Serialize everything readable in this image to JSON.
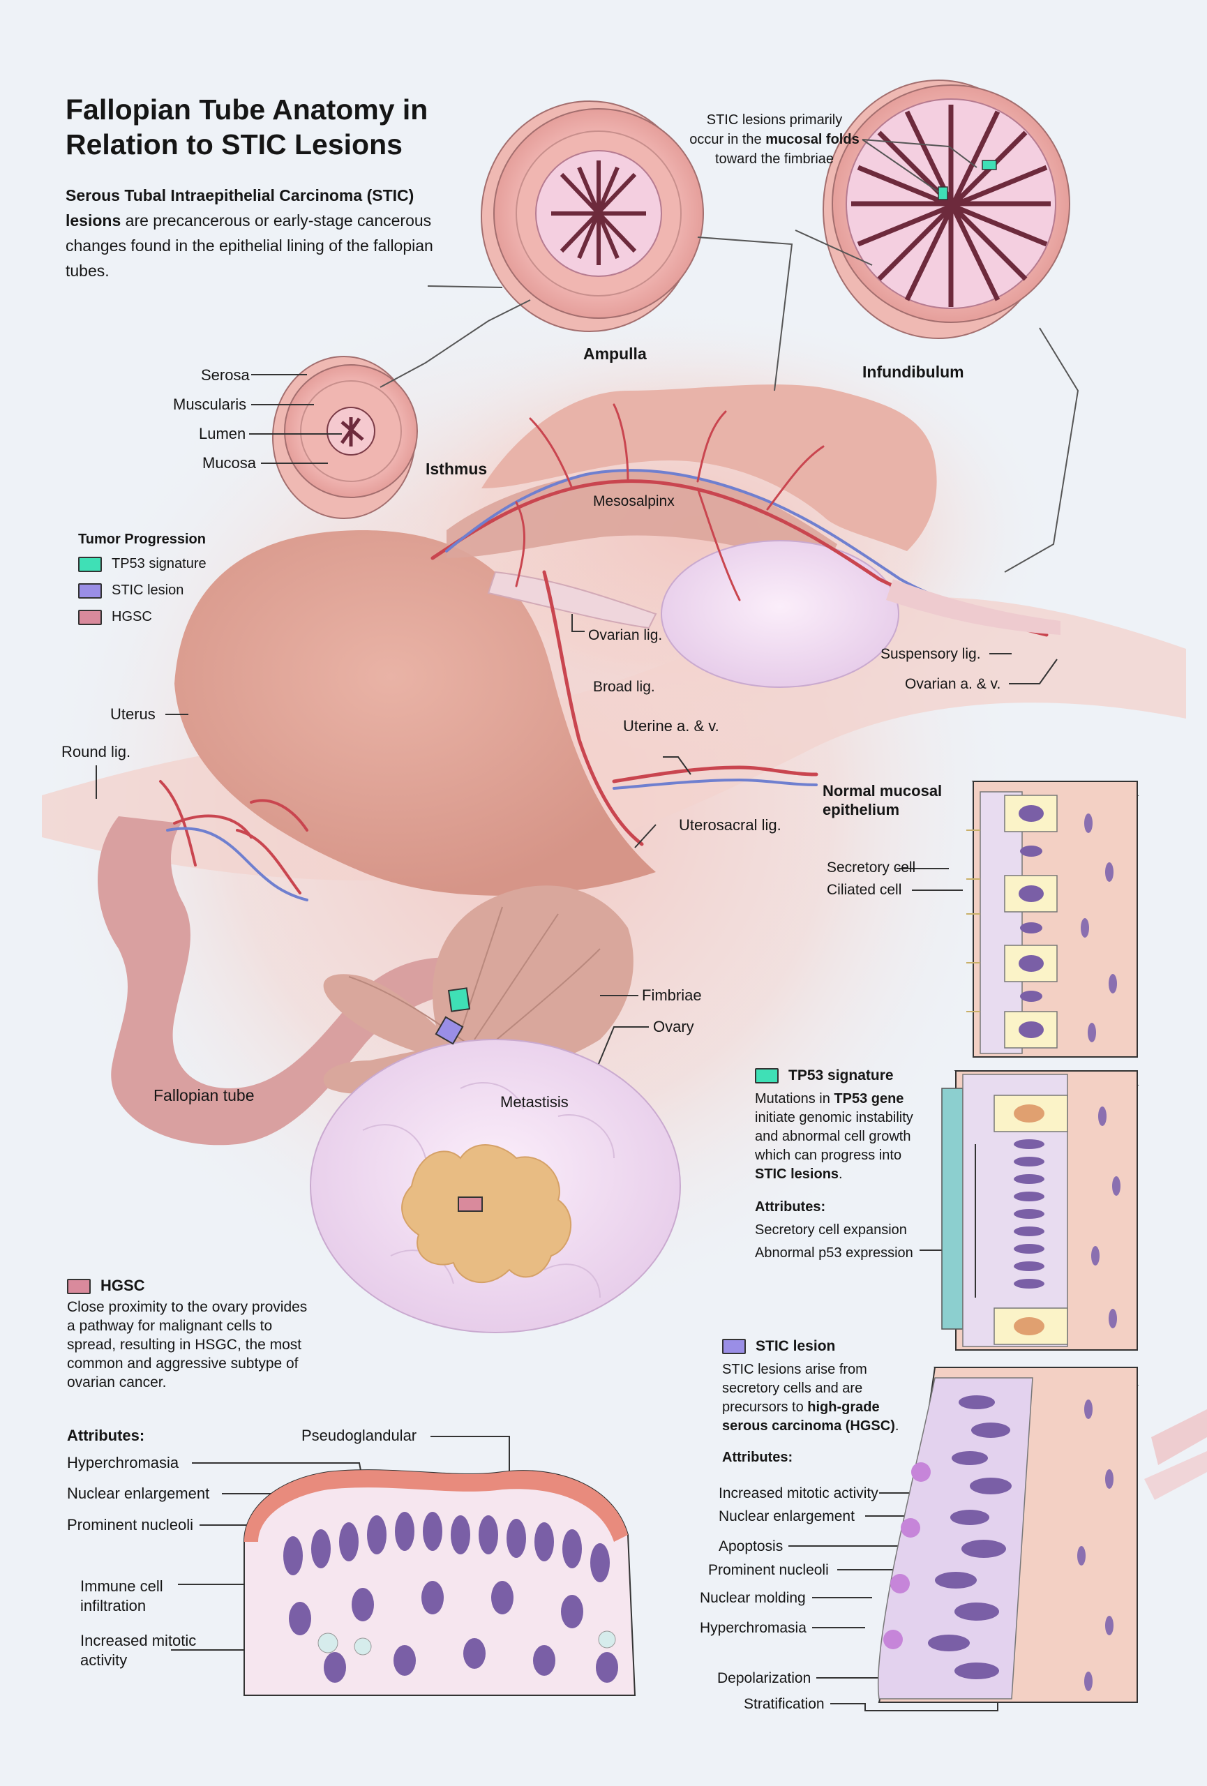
{
  "title_line1": "Fallopian Tube Anatomy in",
  "title_line2": "Relation to STIC Lesions",
  "intro": {
    "bold": "Serous Tubal Intraepithelial Carcinoma (STIC) lesions",
    "rest": " are precancerous or early-stage cancerous changes found in the epithelial lining of the fallopian tubes."
  },
  "stic_note": {
    "line1": "STIC lesions primarily",
    "pre": "occur in the ",
    "bold": "mucosal folds",
    "line3": "toward the fimbriae"
  },
  "cross_sections": {
    "ampulla": "Ampulla",
    "infundibulum": "Infundibulum",
    "isthmus": "Isthmus",
    "serosa": "Serosa",
    "muscularis": "Muscularis",
    "lumen": "Lumen",
    "mucosa": "Mucosa"
  },
  "legend": {
    "title": "Tumor Progression",
    "items": [
      {
        "label": "TP53 signature",
        "color": "#3fe0b6"
      },
      {
        "label": "STIC lesion",
        "color": "#9a8ee6"
      },
      {
        "label": "HGSC",
        "color": "#d98a9c"
      }
    ]
  },
  "anatomy": {
    "mesosalpinx": "Mesosalpinx",
    "ovarian_lig": "Ovarian lig.",
    "suspensory_lig": "Suspensory lig.",
    "ovarian_av": "Ovarian a. & v.",
    "broad_lig": "Broad lig.",
    "uterus": "Uterus",
    "round_lig": "Round lig.",
    "uterine_av": "Uterine a. & v.",
    "uterosacral_lig": "Uterosacral lig.",
    "fimbriae": "Fimbriae",
    "ovary": "Ovary",
    "fallopian_tube": "Fallopian tube",
    "metastasis": "Metastisis"
  },
  "normal": {
    "title_line1": "Normal mucosal",
    "title_line2": "epithelium",
    "secretory": "Secretory cell",
    "ciliated": "Ciliated cell"
  },
  "tp53": {
    "title": "TP53 signature",
    "desc_pre": "Mutations in ",
    "desc_bold": "TP53 gene",
    "desc_mid": " initiate genomic instability and abnormal cell growth which can progress into ",
    "desc_bold2": "STIC lesions",
    "desc_end": ".",
    "attributes_title": "Attributes:",
    "attr1": "Secretory cell expansion",
    "attr2": "Abnormal p53 expression"
  },
  "stic": {
    "title": "STIC lesion",
    "desc_pre": "STIC lesions arise from secretory cells and are precursors to ",
    "desc_bold": "high-grade serous carcinoma (HGSC)",
    "desc_end": ".",
    "attributes_title": "Attributes:",
    "attrs": [
      "Increased mitotic activity",
      "Nuclear enlargement",
      "Apoptosis",
      "Prominent nucleoli",
      "Nuclear molding",
      "Hyperchromasia",
      "Depolarization",
      "Stratification"
    ]
  },
  "hgsc": {
    "title": "HGSC",
    "desc": "Close proximity to the ovary provides a pathway for malignant cells to spread, resulting in HSGC, the most common and aggressive subtype of ovarian cancer.",
    "attributes_title": "Attributes:",
    "pseudoglandular": "Pseudoglandular",
    "attrs": [
      "Hyperchromasia",
      "Nuclear enlargement",
      "Prominent nucleoli",
      "Immune cell infiltration",
      "Increased mitotic activity"
    ]
  }
}
